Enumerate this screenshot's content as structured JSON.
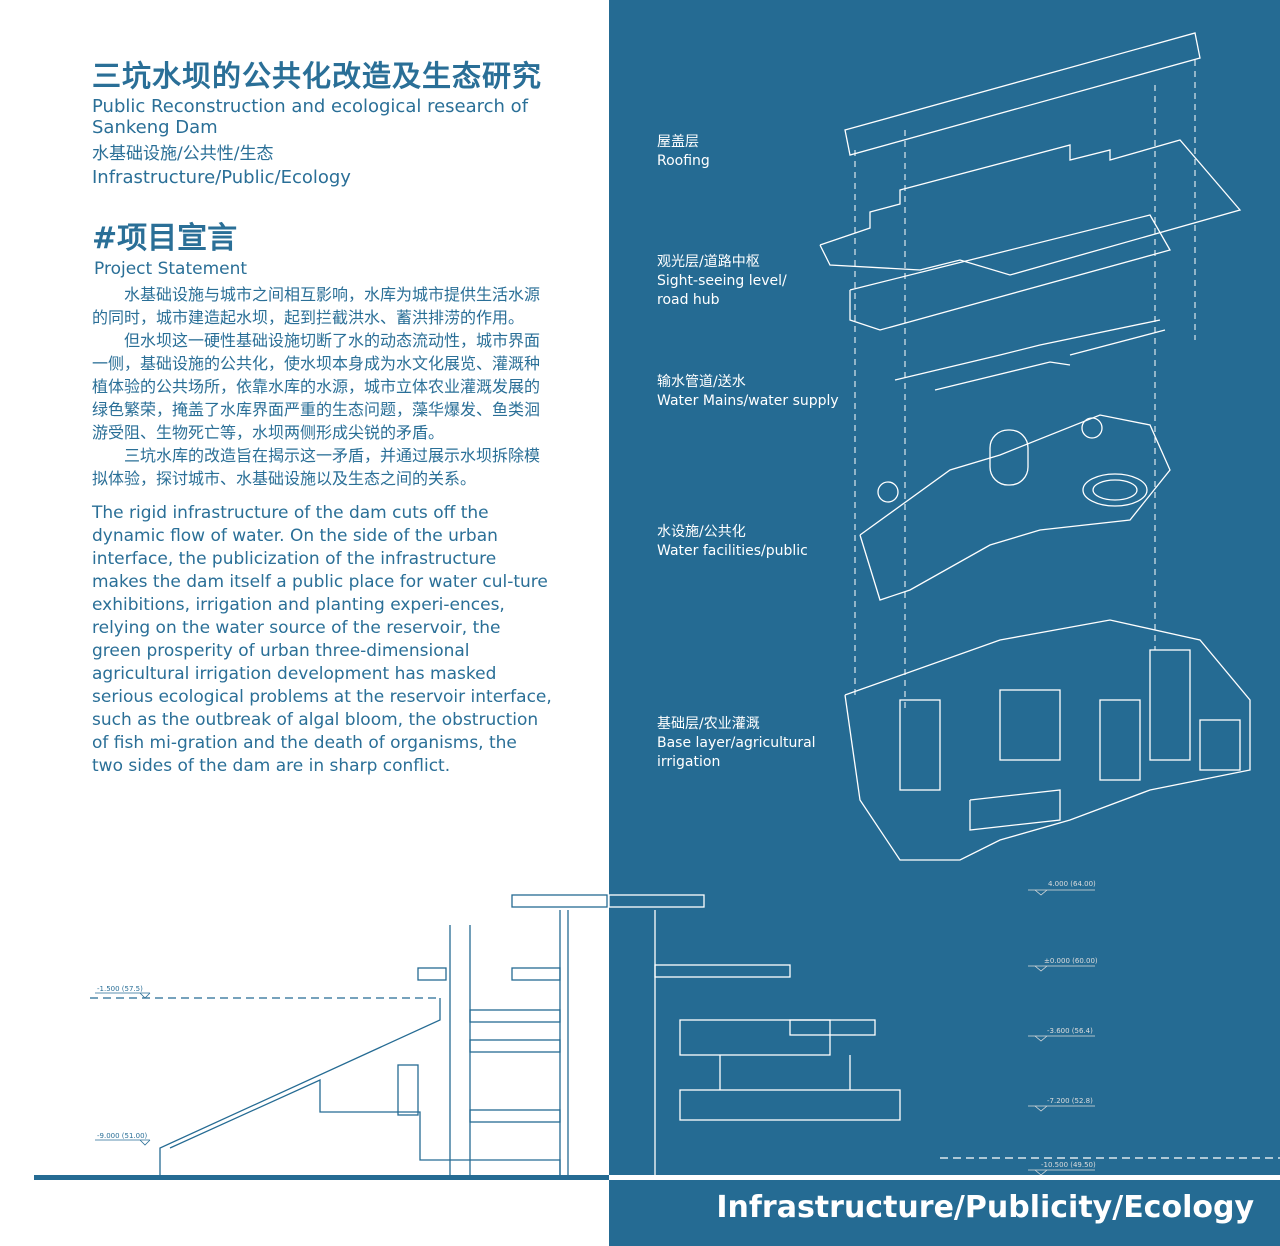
{
  "header": {
    "title_cn": "三坑水坝的公共化改造及生态研究",
    "title_en": "Public Reconstruction and ecological research of Sankeng Dam",
    "tags_cn": "水基础设施/公共性/生态",
    "tags_en": "Infrastructure/Public/Ecology"
  },
  "statement": {
    "heading_cn": "#项目宣言",
    "heading_en": "Project Statement",
    "paragraphs_cn": [
      "水基础设施与城市之间相互影响，水库为城市提供生活水源的同时，城市建造起水坝，起到拦截洪水、蓄洪排涝的作用。",
      "但水坝这一硬性基础设施切断了水的动态流动性，城市界面一侧，基础设施的公共化，使水坝本身成为水文化展览、灌溉种植体验的公共场所，依靠水库的水源，城市立体农业灌溉发展的绿色繁荣，掩盖了水库界面严重的生态问题，藻华爆发、鱼类洄游受阻、生物死亡等，水坝两侧形成尖锐的矛盾。",
      "三坑水库的改造旨在揭示这一矛盾，并通过展示水坝拆除模拟体验，探讨城市、水基础设施以及生态之间的关系。"
    ],
    "paragraph_en": "The rigid infrastructure of the dam cuts off the dynamic flow of water. On the side of the urban interface, the publicization of the infrastructure makes the dam itself a public place for water cul-ture exhibitions, irrigation and planting experi-ences, relying on the water source of the reservoir, the green prosperity of urban three-dimensional agricultural irrigation development has masked serious ecological problems at the reservoir interface, such as the outbreak of algal bloom, the obstruction of fish mi-gration and the death of organisms, the two sides of the dam are in sharp conflict."
  },
  "layers": [
    {
      "cn": "屋盖层",
      "en": "Roofing"
    },
    {
      "cn": "观光层/道路中枢",
      "en": "Sight-seeing level/ road hub"
    },
    {
      "cn": "输水管道/送水",
      "en": "Water Mains/water supply"
    },
    {
      "cn": "水设施/公共化",
      "en": "Water facilities/public"
    },
    {
      "cn": "基础层/农业灌溉",
      "en": "Base layer/agricultural irrigation"
    }
  ],
  "elevations_right": [
    "4.000 (64.00)",
    "±0.000 (60.00)",
    "-3.600 (56.4)",
    "-7.200 (52.8)",
    "-10.500 (49.50)"
  ],
  "elevations_left": [
    "-1.500 (57.5)",
    "-9.000 (51.00)"
  ],
  "footer": "Infrastructure/Publicity/Ecology",
  "colors": {
    "brand_blue": "#256b93",
    "title_blue": "#2a6f97"
  }
}
